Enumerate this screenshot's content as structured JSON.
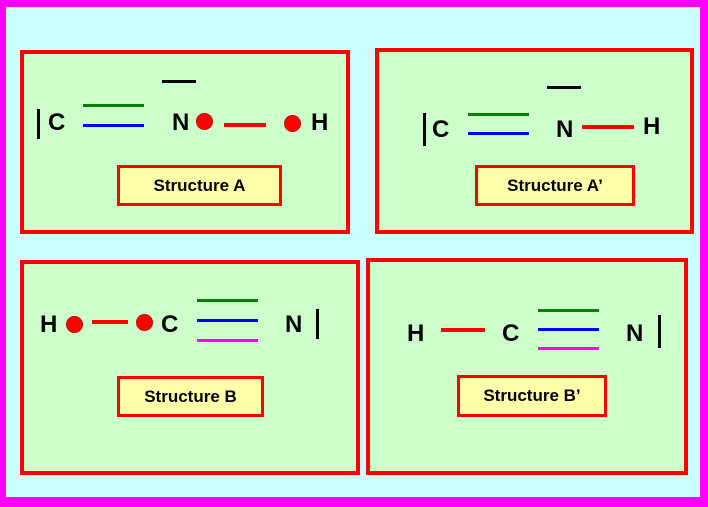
{
  "colors": {
    "outer_border": "#ff00ff",
    "background": "#ccffff",
    "panel_fill": "#ccffcc",
    "panel_border": "#ff0000",
    "label_fill": "#ffffaa",
    "bond_sigma": "#ff0000",
    "bond_green": "#008000",
    "bond_blue": "#0000ff",
    "bond_magenta": "#ff00ff",
    "electron": "#ff0000"
  },
  "panels": {
    "a": {
      "label": "Structure A",
      "atoms": {
        "c": "C",
        "n": "N",
        "h": "H"
      }
    },
    "a_prime": {
      "label": "Structure A’",
      "atoms": {
        "c": "C",
        "n": "N",
        "h": "H"
      }
    },
    "b": {
      "label": "Structure B",
      "atoms": {
        "h": "H",
        "c": "C",
        "n": "N"
      }
    },
    "b_prime": {
      "label": "Structure B’",
      "atoms": {
        "h": "H",
        "c": "C",
        "n": "N"
      }
    }
  }
}
